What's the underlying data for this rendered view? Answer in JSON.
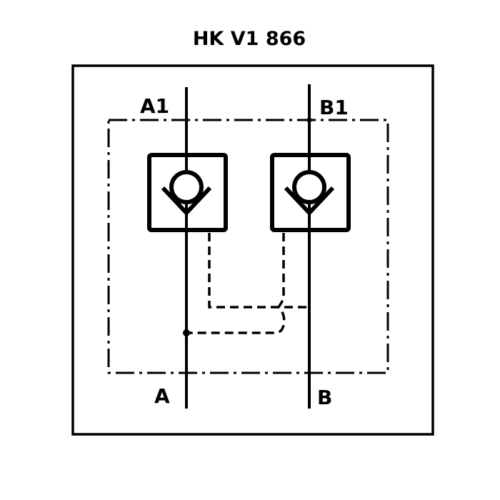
{
  "title": "HK V1 866",
  "ports": {
    "a1": "A1",
    "b1": "B1",
    "a": "A",
    "b": "B"
  },
  "colors": {
    "line": "#000000",
    "background": "#ffffff"
  }
}
